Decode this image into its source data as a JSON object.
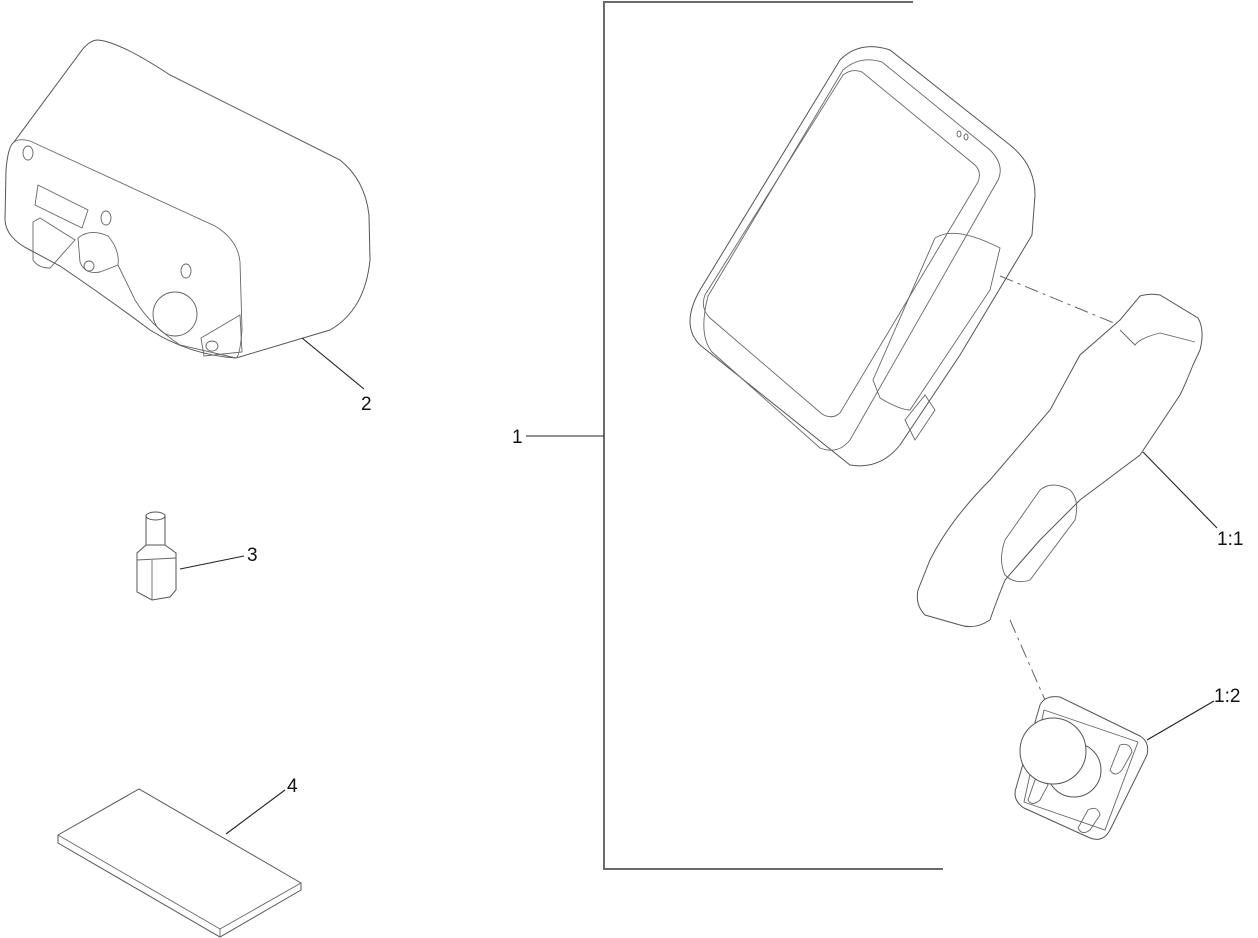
{
  "diagram": {
    "type": "exploded parts illustration",
    "callouts": [
      {
        "id": "1",
        "label": "1",
        "part": "display assembly (bracketed group)"
      },
      {
        "id": "1:1",
        "label": "1:1",
        "part": "mounting arm / clamp"
      },
      {
        "id": "1:2",
        "label": "1:2",
        "part": "ball mount base plate"
      },
      {
        "id": "2",
        "label": "2",
        "part": "housing cover"
      },
      {
        "id": "3",
        "label": "3",
        "part": "hex standoff"
      },
      {
        "id": "4",
        "label": "4",
        "part": "pad"
      }
    ],
    "colors": {
      "line": "#555555",
      "bracket": "#6a6a6a",
      "text": "#111111",
      "background": "#ffffff"
    }
  }
}
